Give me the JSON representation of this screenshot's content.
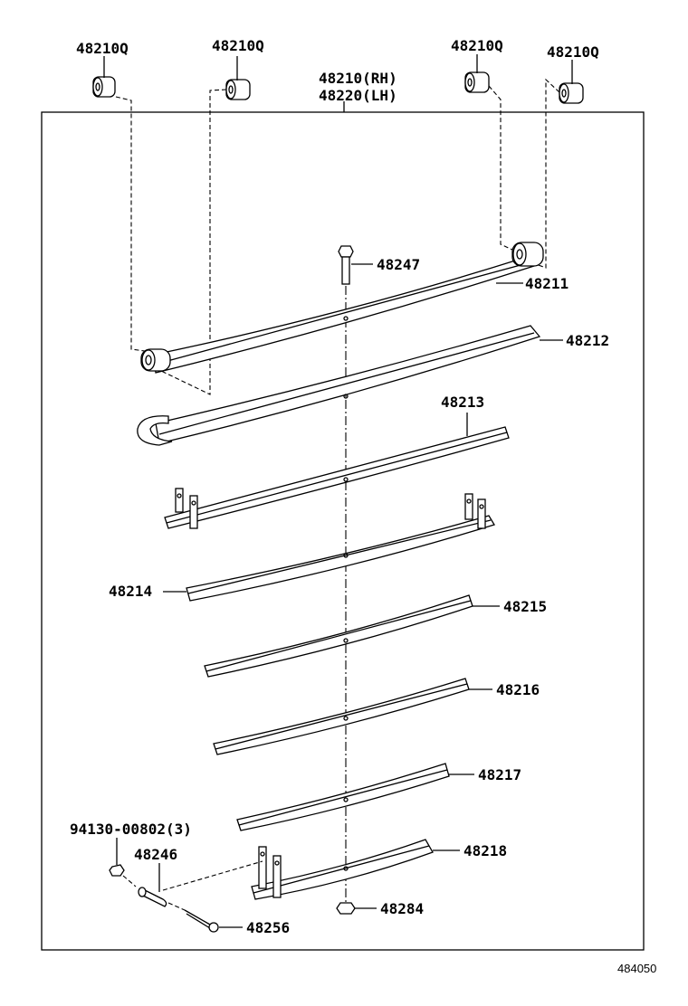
{
  "labels": {
    "bush_1": "48210Q",
    "bush_2": "48210Q",
    "bush_3": "48210Q",
    "bush_4": "48210Q",
    "spring_rh": "48210(RH)",
    "spring_lh": "48220(LH)",
    "bolt_center": "48247",
    "leaf_1": "48211",
    "leaf_2": "48212",
    "leaf_3": "48213",
    "leaf_4": "48214",
    "leaf_5": "48215",
    "leaf_6": "48216",
    "leaf_7": "48217",
    "leaf_8": "48218",
    "nut_small": "94130-00802(3)",
    "pin": "48246",
    "bolt_clip": "48256",
    "nut_center": "48284",
    "figure_id": "484050"
  }
}
